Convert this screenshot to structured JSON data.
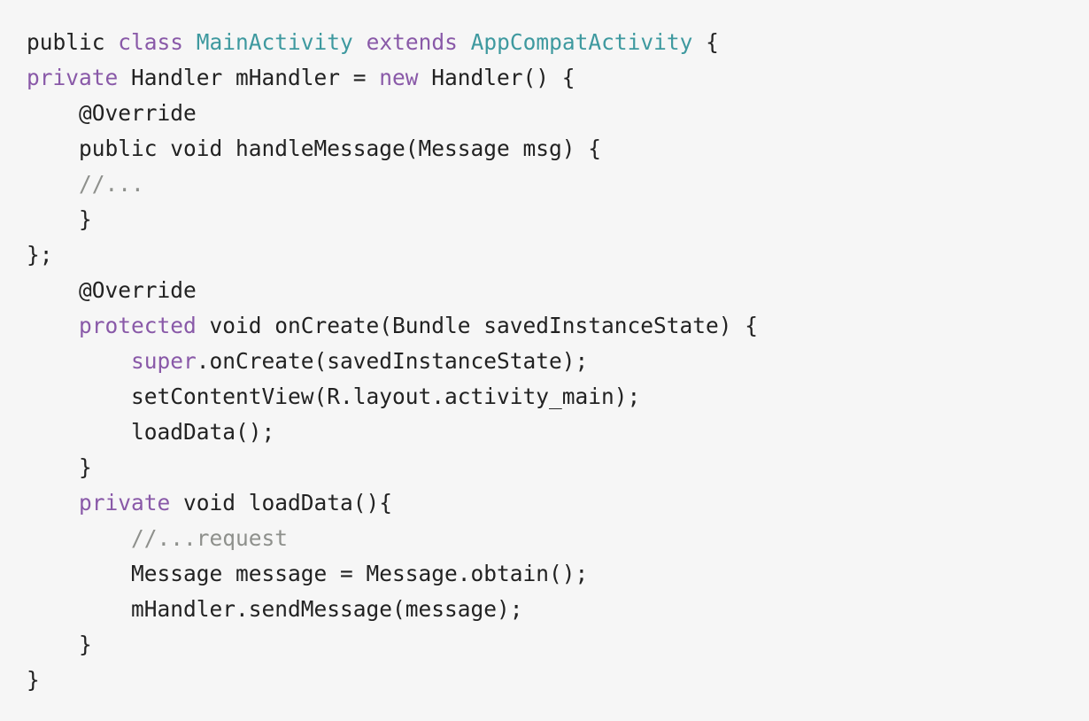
{
  "colors": {
    "background": "#f6f6f6",
    "plain": "#222222",
    "keyword": "#8959a8",
    "type": "#3e999f",
    "comment": "#8e908c"
  },
  "code": {
    "language": "java",
    "lines": [
      [
        {
          "t": "public ",
          "k": "plain"
        },
        {
          "t": "class",
          "k": "keyword"
        },
        {
          "t": " ",
          "k": "plain"
        },
        {
          "t": "MainActivity",
          "k": "type"
        },
        {
          "t": " ",
          "k": "plain"
        },
        {
          "t": "extends",
          "k": "keyword"
        },
        {
          "t": " ",
          "k": "plain"
        },
        {
          "t": "AppCompatActivity",
          "k": "type"
        },
        {
          "t": " {",
          "k": "plain"
        }
      ],
      [
        {
          "t": "private",
          "k": "keyword"
        },
        {
          "t": " Handler mHandler = ",
          "k": "plain"
        },
        {
          "t": "new",
          "k": "keyword"
        },
        {
          "t": " Handler() {",
          "k": "plain"
        }
      ],
      [
        {
          "t": "    @Override",
          "k": "plain"
        }
      ],
      [
        {
          "t": "    public void handleMessage(Message msg) {",
          "k": "plain"
        }
      ],
      [
        {
          "t": "    ",
          "k": "plain"
        },
        {
          "t": "//...",
          "k": "comment"
        }
      ],
      [
        {
          "t": "    }",
          "k": "plain"
        }
      ],
      [
        {
          "t": "};",
          "k": "plain"
        }
      ],
      [
        {
          "t": "    @Override",
          "k": "plain"
        }
      ],
      [
        {
          "t": "    ",
          "k": "plain"
        },
        {
          "t": "protected",
          "k": "keyword"
        },
        {
          "t": " void onCreate(Bundle savedInstanceState) {",
          "k": "plain"
        }
      ],
      [
        {
          "t": "        ",
          "k": "plain"
        },
        {
          "t": "super",
          "k": "keyword"
        },
        {
          "t": ".onCreate(savedInstanceState);",
          "k": "plain"
        }
      ],
      [
        {
          "t": "        setContentView(R.layout.activity_main);",
          "k": "plain"
        }
      ],
      [
        {
          "t": "        loadData();",
          "k": "plain"
        }
      ],
      [
        {
          "t": "    }",
          "k": "plain"
        }
      ],
      [
        {
          "t": "    ",
          "k": "plain"
        },
        {
          "t": "private",
          "k": "keyword"
        },
        {
          "t": " void loadData(){",
          "k": "plain"
        }
      ],
      [
        {
          "t": "        ",
          "k": "plain"
        },
        {
          "t": "//...request",
          "k": "comment"
        }
      ],
      [
        {
          "t": "        Message message = Message.obtain();",
          "k": "plain"
        }
      ],
      [
        {
          "t": "        mHandler.sendMessage(message);",
          "k": "plain"
        }
      ],
      [
        {
          "t": "    }",
          "k": "plain"
        }
      ],
      [
        {
          "t": "}",
          "k": "plain"
        }
      ]
    ]
  }
}
